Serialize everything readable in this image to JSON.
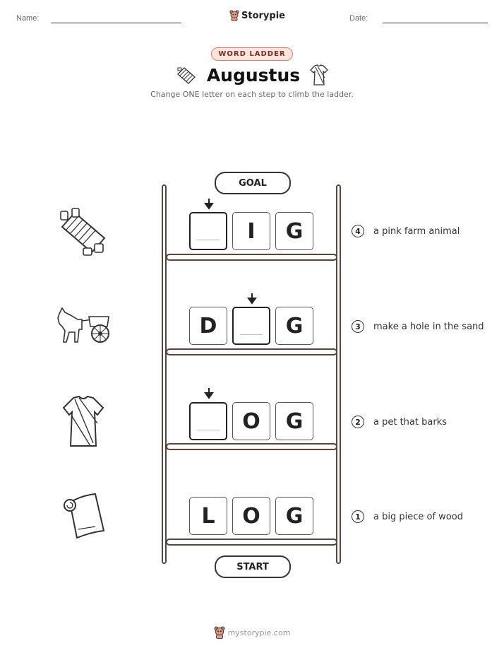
{
  "header": {
    "name_label": "Name:",
    "date_label": "Date:",
    "brand": "Storypie"
  },
  "badge": "WORD LADDER",
  "title": "Augustus",
  "subtitle": "Change ONE letter on each step to climb the ladder.",
  "ladder": {
    "goal_label": "GOAL",
    "start_label": "START",
    "rows": [
      {
        "num": "4",
        "clue": "a pink farm animal",
        "icon": "sled-icon",
        "letters": [
          "",
          "I",
          "G"
        ]
      },
      {
        "num": "3",
        "clue": "make a hole in the sand",
        "icon": "chariot-icon",
        "letters": [
          "D",
          "",
          "G"
        ]
      },
      {
        "num": "2",
        "clue": "a pet that barks",
        "icon": "toga-icon",
        "letters": [
          "",
          "O",
          "G"
        ]
      },
      {
        "num": "1",
        "clue": "a big piece of wood",
        "icon": "scroll-icon",
        "letters": [
          "L",
          "O",
          "G"
        ]
      }
    ]
  },
  "footer": "mystorypie.com"
}
